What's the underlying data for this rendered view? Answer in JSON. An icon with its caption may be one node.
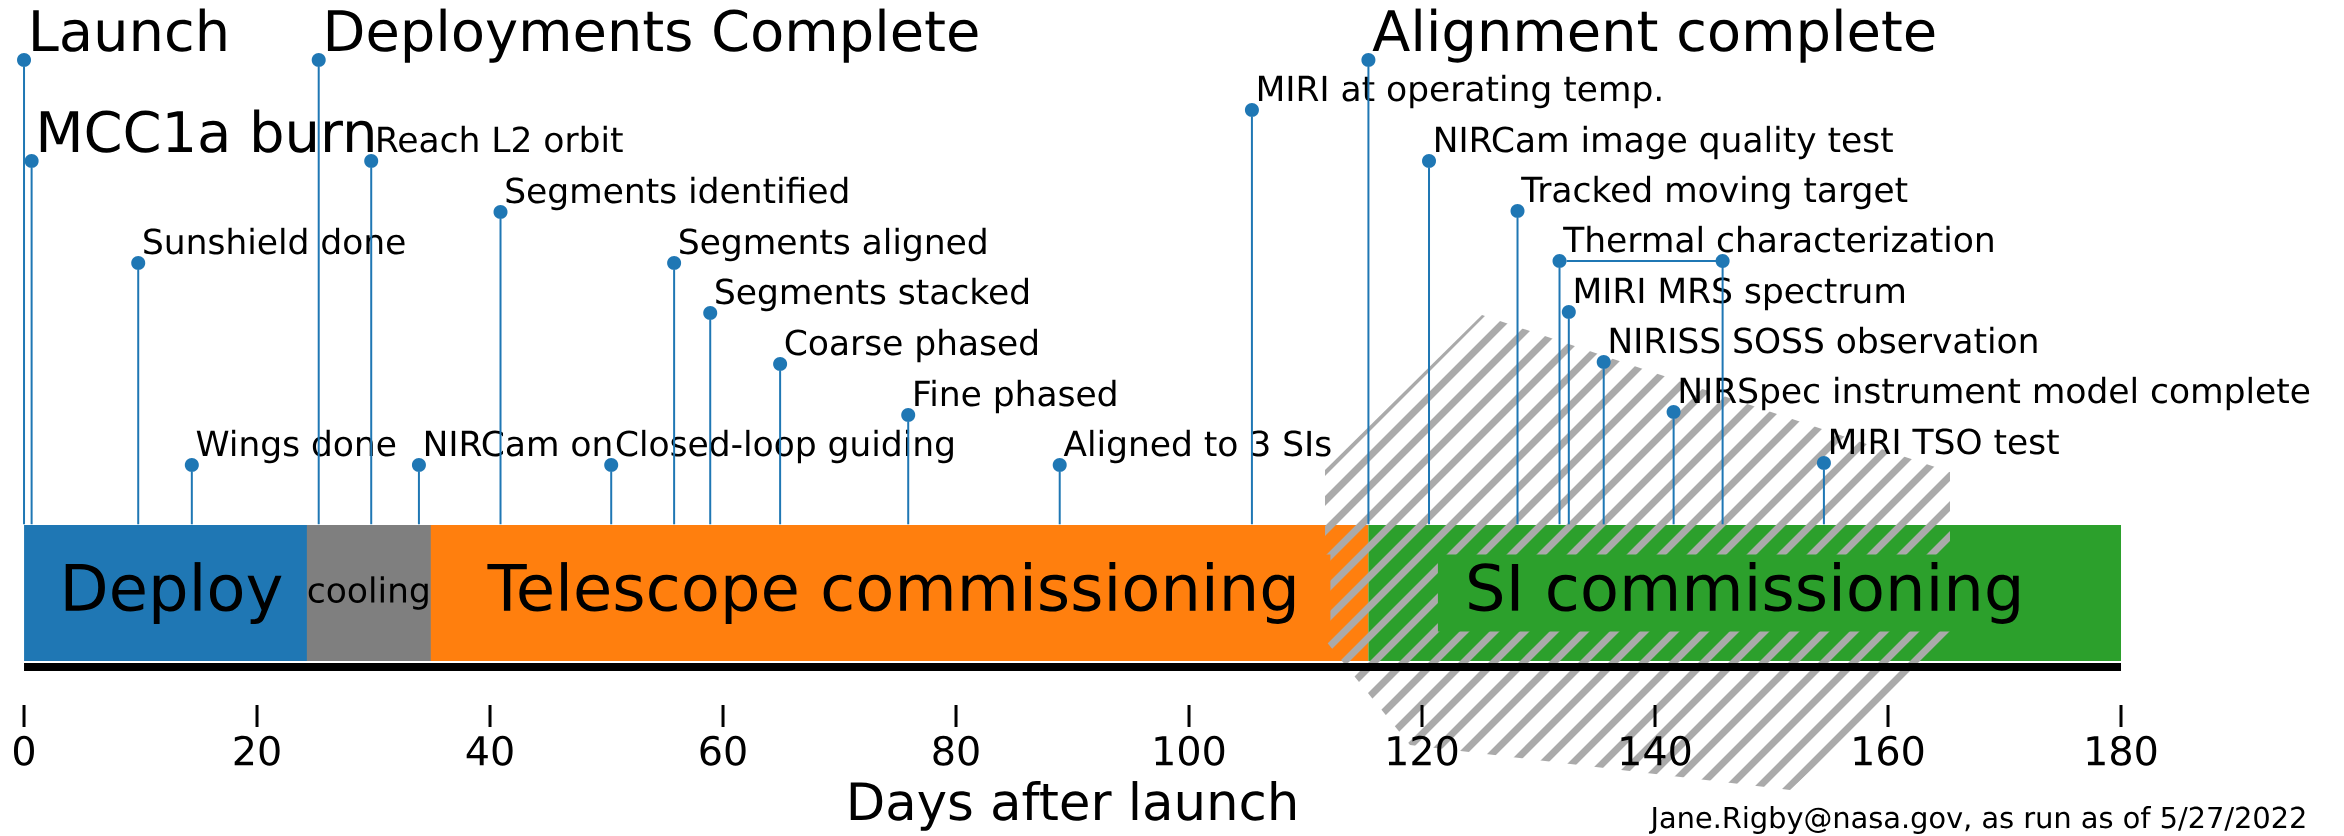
{
  "diagram": {
    "nodes": [
      {
        "text": [
          "Launch"
        ]
      },
      {
        "text": [
          "MCC1a burn"
        ]
      },
      {
        "text": [
          "Sunshield done"
        ]
      },
      {
        "text": [
          "Wings done"
        ]
      },
      {
        "text": [
          "Deployments Complete"
        ]
      },
      {
        "text": [
          "Reach L2 orbit"
        ]
      },
      {
        "text": [
          "NIRCam on"
        ]
      },
      {
        "text": [
          "Segments identified"
        ]
      },
      {
        "text": [
          "Closed-loop guiding"
        ]
      },
      {
        "text": [
          "Segments aligned"
        ]
      },
      {
        "text": [
          "Segments stacked"
        ]
      },
      {
        "text": [
          "Coarse phased"
        ]
      },
      {
        "text": [
          "Fine phased"
        ]
      },
      {
        "text": [
          "Aligned to 3 SIs"
        ]
      },
      {
        "text": [
          "MIRI at operating temp."
        ]
      },
      {
        "text": [
          "Alignment complete"
        ]
      },
      {
        "text": [
          "NIRCam image quality test"
        ]
      },
      {
        "text": [
          "Tracked moving target"
        ]
      },
      {
        "text": [
          "Thermal characterization"
        ]
      },
      {
        "text": [
          "MIRI MRS spectrum"
        ]
      },
      {
        "text": [
          "NIRISS SOSS observation"
        ]
      },
      {
        "text": [
          "NIRSpec instrument model complete"
        ]
      },
      {
        "text": [
          "MIRI TSO test"
        ]
      },
      {
        "text": [
          "Deploy"
        ]
      },
      {
        "text": [
          "cooling"
        ]
      },
      {
        "text": [
          "Telescope commissioning"
        ]
      },
      {
        "text": [
          "SI commissioning"
        ]
      }
    ],
    "edges": [
      {
        "from": 0,
        "to": 23,
        "arrow": "none"
      },
      {
        "from": 1,
        "to": 23,
        "arrow": "none"
      },
      {
        "from": 2,
        "to": 23,
        "arrow": "none"
      },
      {
        "from": 3,
        "to": 23,
        "arrow": "none"
      },
      {
        "from": 4,
        "to": 24,
        "arrow": "none"
      },
      {
        "from": 5,
        "to": 24,
        "arrow": "none"
      },
      {
        "from": 6,
        "to": 25,
        "arrow": "none"
      },
      {
        "from": 7,
        "to": 25,
        "arrow": "none"
      },
      {
        "from": 8,
        "to": 25,
        "arrow": "none"
      },
      {
        "from": 9,
        "to": 25,
        "arrow": "none"
      },
      {
        "from": 10,
        "to": 25,
        "arrow": "none"
      },
      {
        "from": 11,
        "to": 25,
        "arrow": "none"
      },
      {
        "from": 12,
        "to": 25,
        "arrow": "none"
      },
      {
        "from": 13,
        "to": 25,
        "arrow": "none"
      },
      {
        "from": 14,
        "to": 25,
        "arrow": "none"
      },
      {
        "from": 15,
        "to": 26,
        "arrow": "none"
      },
      {
        "from": 16,
        "to": 26,
        "arrow": "none"
      },
      {
        "from": 17,
        "to": 26,
        "arrow": "none"
      },
      {
        "from": 18,
        "to": 26,
        "arrow": "none"
      },
      {
        "from": 19,
        "to": 26,
        "arrow": "none"
      },
      {
        "from": 20,
        "to": 26,
        "arrow": "none"
      },
      {
        "from": 21,
        "to": 26,
        "arrow": "none"
      },
      {
        "from": 22,
        "to": 26,
        "arrow": "none"
      },
      {
        "from": 18,
        "to": 26,
        "arrow": "none"
      }
    ],
    "labels": [
      "0",
      "20",
      "40",
      "60",
      "80",
      "100",
      "120",
      "140",
      "160",
      "180",
      "Days after launch",
      "Jane.Rigby@nasa.gov, as run as of 5/27/2022"
    ]
  }
}
